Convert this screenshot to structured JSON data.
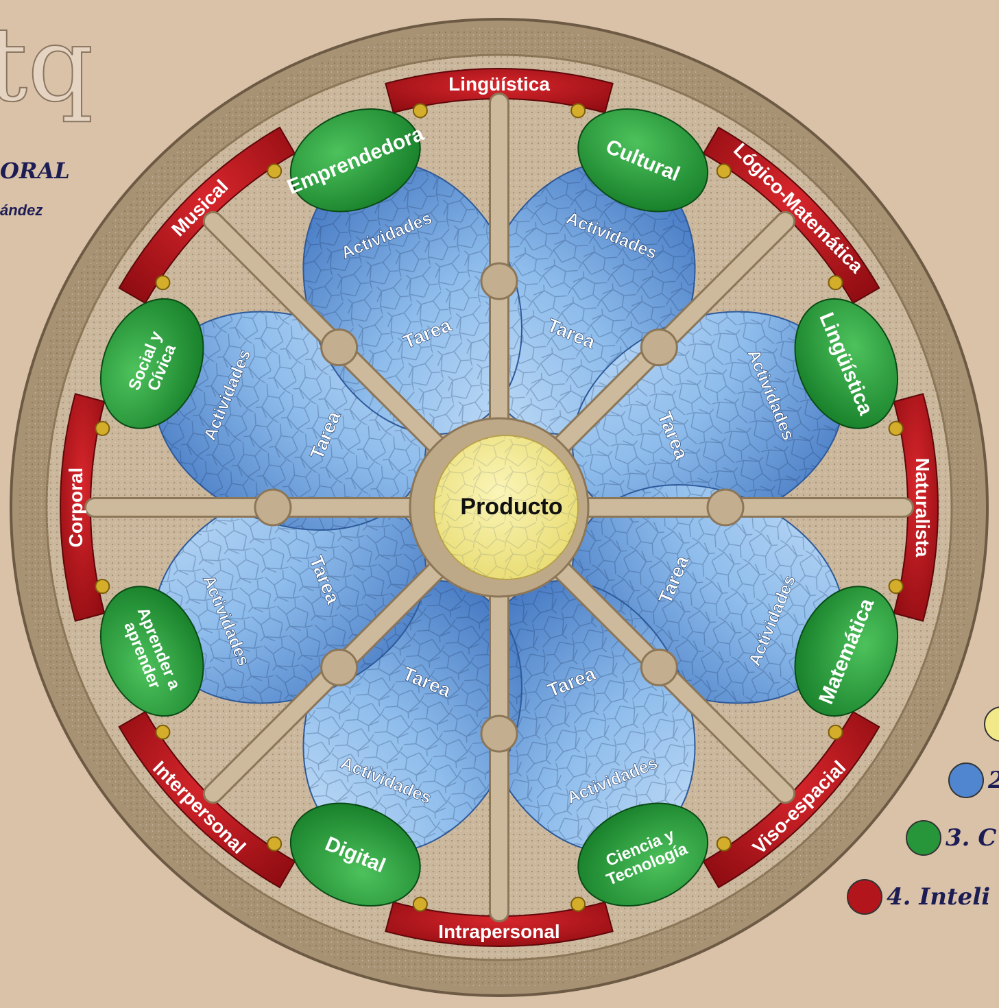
{
  "header": {
    "logo_fragment": "tq",
    "subtitle_fragment": "ORAL",
    "author_fragment": "ández"
  },
  "center": {
    "label": "Producto"
  },
  "petal_labels": {
    "tarea": "Tarea",
    "actividades": "Actividades"
  },
  "competencies": [
    "Cultural",
    "Lingüística",
    "Matemática",
    "Ciencia y\nTecnología",
    "Digital",
    "Aprender a\naprender",
    "Social y\nCívica",
    "Emprendedora"
  ],
  "intelligences": [
    "Lingüística",
    "Lógico-Matemática",
    "Naturalista",
    "Viso-espacial",
    "Intrapersonal",
    "Interpersonal",
    "Corporal",
    "Musical"
  ],
  "legend": [
    {
      "label": "",
      "color": "#f2e88a"
    },
    {
      "label": "2",
      "color": "#4f86cf"
    },
    {
      "label": "3. C",
      "color": "#27963a"
    },
    {
      "label": "4.  Inteli",
      "color": "#b3151c"
    }
  ],
  "colors": {
    "stone": "#cbb79c",
    "petal": "#7fb0e6",
    "competency": "#26983a",
    "intelligence": "#b3151c",
    "center": "#f3ea8e"
  }
}
